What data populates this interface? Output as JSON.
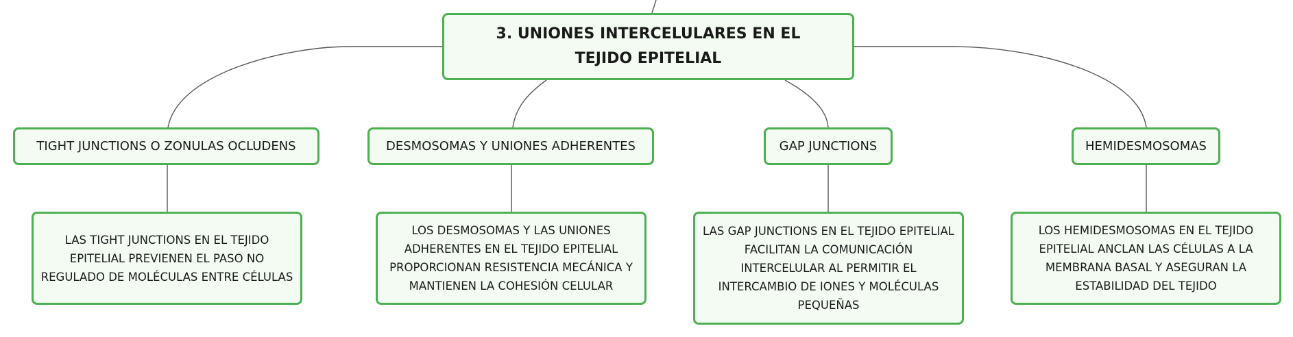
{
  "colors": {
    "node_border": "#4caf50",
    "node_fill": "#f3fbf3",
    "connector": "#555555",
    "text": "#1a1a1a"
  },
  "root": {
    "title": "3. UNIONES INTERCELULARES EN EL TEJIDO EPITELIAL"
  },
  "topics": [
    {
      "label": "TIGHT JUNCTIONS O ZONULAS OCLUDENS",
      "detail": "LAS TIGHT JUNCTIONS EN EL TEJIDO EPITELIAL PREVIENEN EL PASO NO REGULADO DE MOLÉCULAS ENTRE CÉLULAS"
    },
    {
      "label": "DESMOSOMAS Y UNIONES ADHERENTES",
      "detail": "LOS DESMOSOMAS Y LAS UNIONES ADHERENTES EN EL TEJIDO EPITELIAL PROPORCIONAN RESISTENCIA MECÁNICA Y MANTIENEN LA COHESIÓN CELULAR"
    },
    {
      "label": "GAP JUNCTIONS",
      "detail": "LAS GAP JUNCTIONS EN EL TEJIDO EPITELIAL FACILITAN LA COMUNICACIÓN INTERCELULAR AL PERMITIR EL INTERCAMBIO DE IONES Y MOLÉCULAS PEQUEÑAS"
    },
    {
      "label": "HEMIDESMOSOMAS",
      "detail": "LOS HEMIDESMOSOMAS EN EL TEJIDO EPITELIAL ANCLAN LAS CÉLULAS A LA MEMBRANA BASAL Y ASEGURAN LA ESTABILIDAD DEL TEJIDO"
    }
  ]
}
